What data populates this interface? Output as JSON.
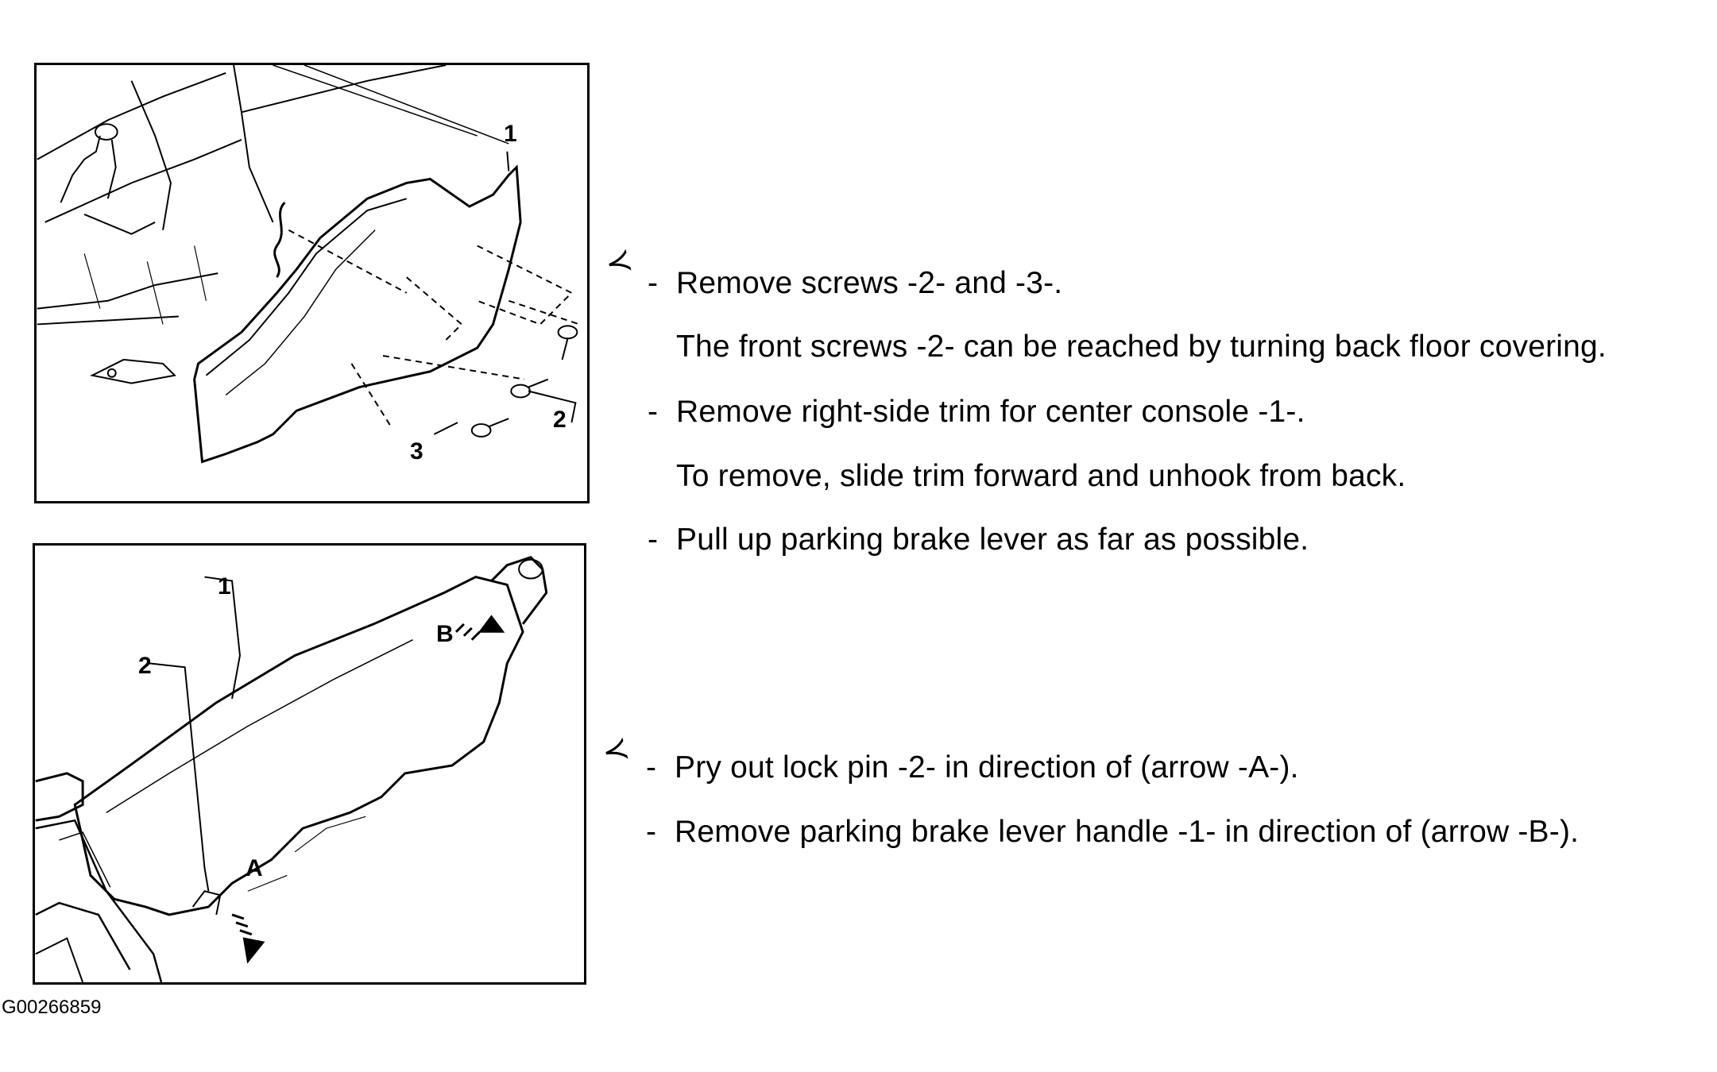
{
  "figure_top": {
    "callouts": {
      "c1": "1",
      "c2": "2",
      "c3": "3"
    }
  },
  "figure_bottom": {
    "callouts": {
      "c1": "1",
      "c2": "2",
      "a": "A",
      "b": "B"
    }
  },
  "instructions_top": {
    "marker": "≺",
    "items": [
      {
        "dash": "-",
        "text": "Remove screws -2- and -3-."
      },
      {
        "dash": "",
        "text": "The front screws -2- can be reached by turning back floor covering."
      },
      {
        "dash": "-",
        "text": "Remove right-side trim for center console -1-."
      },
      {
        "dash": "",
        "text": "To remove, slide trim forward and unhook from back."
      },
      {
        "dash": "-",
        "text": "Pull up parking brake lever as far as possible."
      }
    ]
  },
  "instructions_bottom": {
    "marker": "≺",
    "items": [
      {
        "dash": "-",
        "text": "Pry out lock pin -2- in direction of (arrow -A-)."
      },
      {
        "dash": "-",
        "text": "Remove parking brake lever handle -1- in direction of (arrow -B-)."
      }
    ]
  },
  "figure_id": "G00266859"
}
